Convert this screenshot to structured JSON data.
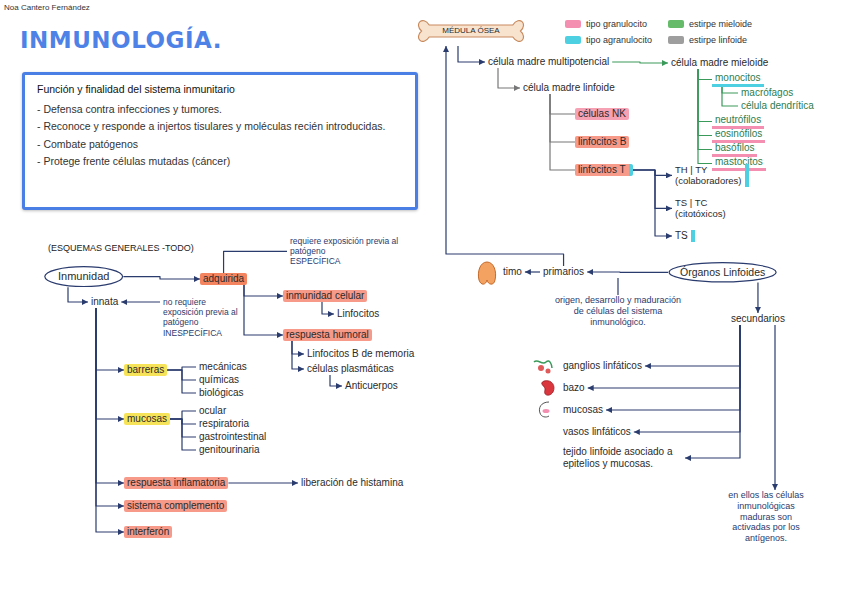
{
  "diagram": {
    "title": "INMUNOLOGÍA.",
    "nodes": [
      {
        "text": [
          "Función y finalidad del sistema inmunitario",
          "- Defensa contra infecciones y tumores.",
          "- Reconoce y responde a injertos tisulares y moléculas recién introducidas.",
          "- Combate patógenos",
          "- Protege frente células mutadas (cáncer)"
        ]
      },
      {
        "text": [
          "Inmunidad"
        ]
      },
      {
        "text": [
          "adquirida"
        ]
      },
      {
        "text": [
          "requiere exposición previa al patógeno",
          "ESPECÍFICA"
        ]
      },
      {
        "text": [
          "innata"
        ]
      },
      {
        "text": [
          "no requiere exposición previa al patógeno",
          "INESPECÍFICA"
        ]
      },
      {
        "text": [
          "inmunidad celular"
        ]
      },
      {
        "text": [
          "Linfocitos"
        ]
      },
      {
        "text": [
          "respuesta humoral"
        ]
      },
      {
        "text": [
          "Linfocitos B de memoria"
        ]
      },
      {
        "text": [
          "células plasmáticas"
        ]
      },
      {
        "text": [
          "Anticuerpos"
        ]
      },
      {
        "text": [
          "barreras"
        ]
      },
      {
        "text": [
          "mecánicas"
        ]
      },
      {
        "text": [
          "químicas"
        ]
      },
      {
        "text": [
          "biológicas"
        ]
      },
      {
        "text": [
          "mucosas"
        ]
      },
      {
        "text": [
          "ocular"
        ]
      },
      {
        "text": [
          "respiratoria"
        ]
      },
      {
        "text": [
          "gastrointestinal"
        ]
      },
      {
        "text": [
          "genitourinaria"
        ]
      },
      {
        "text": [
          "respuesta inflamatoria"
        ]
      },
      {
        "text": [
          "liberación de histamina"
        ]
      },
      {
        "text": [
          "sistema complemento"
        ]
      },
      {
        "text": [
          "interferón"
        ]
      },
      {
        "text": [
          "MÉDULA ÓSEA"
        ]
      },
      {
        "text": [
          "célula madre multipotencial"
        ]
      },
      {
        "text": [
          "célula madre mieloide"
        ]
      },
      {
        "text": [
          "monocitos"
        ]
      },
      {
        "text": [
          "macrófagos"
        ]
      },
      {
        "text": [
          "célula dendrítica"
        ]
      },
      {
        "text": [
          "neutrófilos"
        ]
      },
      {
        "text": [
          "eosinófilos"
        ]
      },
      {
        "text": [
          "basófilos"
        ]
      },
      {
        "text": [
          "mastocitos"
        ]
      },
      {
        "text": [
          "célula madre linfoide"
        ]
      },
      {
        "text": [
          "células NK"
        ]
      },
      {
        "text": [
          "linfocitos B"
        ]
      },
      {
        "text": [
          "linfocitos T"
        ]
      },
      {
        "text": [
          "TH | TY",
          "(colaboradores)"
        ]
      },
      {
        "text": [
          "TS | TC",
          "(citotóxicos)"
        ]
      },
      {
        "text": [
          "TS"
        ]
      },
      {
        "text": [
          "timo"
        ]
      },
      {
        "text": [
          "primarios"
        ]
      },
      {
        "text": [
          "Órganos Linfoides"
        ]
      },
      {
        "text": [
          "secundarios"
        ]
      },
      {
        "text": [
          "origen, desarrollo y maduración de células del sistema inmunológico."
        ]
      },
      {
        "text": [
          "ganglios linfáticos"
        ]
      },
      {
        "text": [
          "bazo"
        ]
      },
      {
        "text": [
          "mucosas"
        ]
      },
      {
        "text": [
          "vasos linfáticos"
        ]
      },
      {
        "text": [
          "tejido linfoide asociado a epitelios y mucosas."
        ]
      },
      {
        "text": [
          "en ellos las células inmunológicas maduras son activadas por los antígenos."
        ]
      }
    ],
    "edges": [
      {
        "from": 1,
        "to": 2,
        "arrow": "to"
      },
      {
        "from": 1,
        "to": 4,
        "arrow": "to"
      },
      {
        "from": 2,
        "to": 3,
        "arrow": "none"
      },
      {
        "from": 5,
        "to": 4,
        "arrow": "to"
      },
      {
        "from": 2,
        "to": 6,
        "arrow": "to"
      },
      {
        "from": 2,
        "to": 8,
        "arrow": "to"
      },
      {
        "from": 6,
        "to": 7,
        "arrow": "to"
      },
      {
        "from": 8,
        "to": 9,
        "arrow": "to"
      },
      {
        "from": 8,
        "to": 10,
        "arrow": "to"
      },
      {
        "from": 10,
        "to": 11,
        "arrow": "to"
      },
      {
        "from": 4,
        "to": 12,
        "arrow": "to"
      },
      {
        "from": 4,
        "to": 16,
        "arrow": "to"
      },
      {
        "from": 4,
        "to": 21,
        "arrow": "to"
      },
      {
        "from": 4,
        "to": 23,
        "arrow": "to"
      },
      {
        "from": 4,
        "to": 24,
        "arrow": "to"
      },
      {
        "from": 12,
        "to": 13,
        "arrow": "none"
      },
      {
        "from": 12,
        "to": 14,
        "arrow": "none"
      },
      {
        "from": 12,
        "to": 15,
        "arrow": "none"
      },
      {
        "from": 16,
        "to": 17,
        "arrow": "none"
      },
      {
        "from": 16,
        "to": 18,
        "arrow": "none"
      },
      {
        "from": 16,
        "to": 19,
        "arrow": "none"
      },
      {
        "from": 16,
        "to": 20,
        "arrow": "none"
      },
      {
        "from": 21,
        "to": 22,
        "arrow": "to"
      },
      {
        "from": 25,
        "to": 26,
        "arrow": "to"
      },
      {
        "from": 26,
        "to": 27,
        "arrow": "to"
      },
      {
        "from": 26,
        "to": 35,
        "arrow": "to"
      },
      {
        "from": 27,
        "to": 28,
        "arrow": "none"
      },
      {
        "from": 27,
        "to": 31,
        "arrow": "none"
      },
      {
        "from": 27,
        "to": 32,
        "arrow": "none"
      },
      {
        "from": 27,
        "to": 33,
        "arrow": "none"
      },
      {
        "from": 27,
        "to": 34,
        "arrow": "none"
      },
      {
        "from": 28,
        "to": 29,
        "arrow": "none"
      },
      {
        "from": 28,
        "to": 30,
        "arrow": "none"
      },
      {
        "from": 35,
        "to": 36,
        "arrow": "none"
      },
      {
        "from": 35,
        "to": 37,
        "arrow": "none"
      },
      {
        "from": 35,
        "to": 38,
        "arrow": "none"
      },
      {
        "from": 38,
        "to": 39,
        "arrow": "to"
      },
      {
        "from": 38,
        "to": 40,
        "arrow": "to"
      },
      {
        "from": 38,
        "to": 41,
        "arrow": "to"
      },
      {
        "from": 44,
        "to": 43,
        "arrow": "to"
      },
      {
        "from": 43,
        "to": 42,
        "arrow": "to"
      },
      {
        "from": 43,
        "to": 25,
        "arrow": "to"
      },
      {
        "from": 43,
        "to": 46,
        "arrow": "none"
      },
      {
        "from": 44,
        "to": 45,
        "arrow": "to"
      },
      {
        "from": 45,
        "to": 47,
        "arrow": "to"
      },
      {
        "from": 45,
        "to": 48,
        "arrow": "to"
      },
      {
        "from": 45,
        "to": 49,
        "arrow": "to"
      },
      {
        "from": 45,
        "to": 50,
        "arrow": "to"
      },
      {
        "from": 45,
        "to": 51,
        "arrow": "to"
      },
      {
        "from": 45,
        "to": 52,
        "arrow": "to"
      }
    ],
    "labels": [
      "Noa Cantero Fernández",
      "(ESQUEMAS GENERALES -TODO)"
    ],
    "legend": [
      {
        "text": "tipo granulocito",
        "color": "#f48fb1"
      },
      {
        "text": "estirpe mieloide",
        "color": "#66bb6a"
      },
      {
        "text": "tipo agranulocito",
        "color": "#4dd0e1"
      },
      {
        "text": "estirpe linfoide",
        "color": "#9e9e9e"
      }
    ]
  }
}
